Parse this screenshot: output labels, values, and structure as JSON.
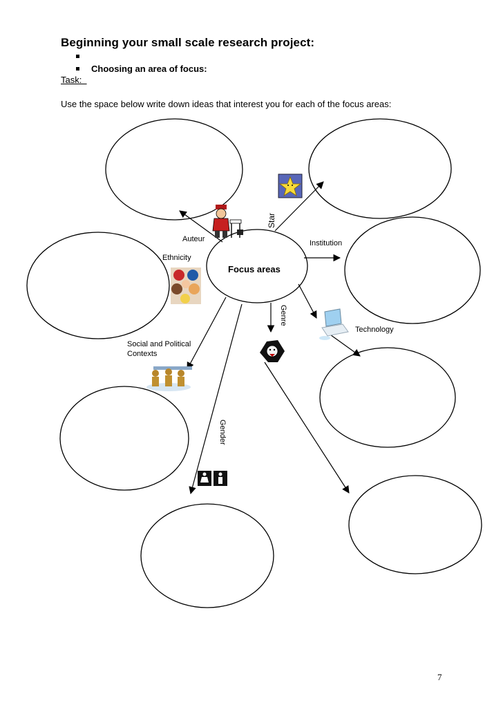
{
  "heading": {
    "title": "Beginning your small scale research project:",
    "subtitle": "Choosing an area of focus:",
    "task_label": "Task:  ",
    "instruction": "Use the space below write down ideas that interest you for each of the focus areas:"
  },
  "diagram": {
    "center_label": "Focus areas",
    "branches": [
      {
        "label": "Auteur",
        "icon": "film-director-icon"
      },
      {
        "label": "Star",
        "icon": "star-icon"
      },
      {
        "label": "Institution",
        "icon": ""
      },
      {
        "label": "Ethnicity",
        "icon": "group-of-people-icon"
      },
      {
        "label": "Genre",
        "icon": "vampire-icon"
      },
      {
        "label": "Technology",
        "icon": "laptop-icon"
      },
      {
        "label": "Social and Political",
        "label2": "Contexts",
        "icon": "soldiers-icon"
      },
      {
        "label": "Gender",
        "icon": "restroom-icon"
      }
    ]
  },
  "page_number": "7"
}
